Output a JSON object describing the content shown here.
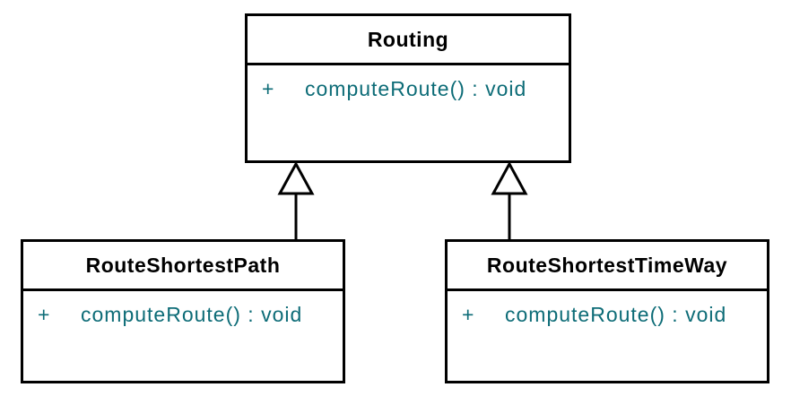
{
  "diagram": {
    "kind": "uml-class-diagram",
    "colors": {
      "box_border": "#000000",
      "class_name_text": "#000000",
      "member_text": "#0d6c77",
      "background": "#ffffff"
    },
    "classes": {
      "routing": {
        "name": "Routing",
        "method_visibility": "+",
        "method_signature": "computeRoute() : void"
      },
      "route_shortest_path": {
        "name": "RouteShortestPath",
        "method_visibility": "+",
        "method_signature": "computeRoute() : void"
      },
      "route_shortest_time_way": {
        "name": "RouteShortestTimeWay",
        "method_visibility": "+",
        "method_signature": "computeRoute() : void"
      }
    },
    "relations": [
      {
        "type": "generalization",
        "from": "RouteShortestPath",
        "to": "Routing"
      },
      {
        "type": "generalization",
        "from": "RouteShortestTimeWay",
        "to": "Routing"
      }
    ]
  }
}
